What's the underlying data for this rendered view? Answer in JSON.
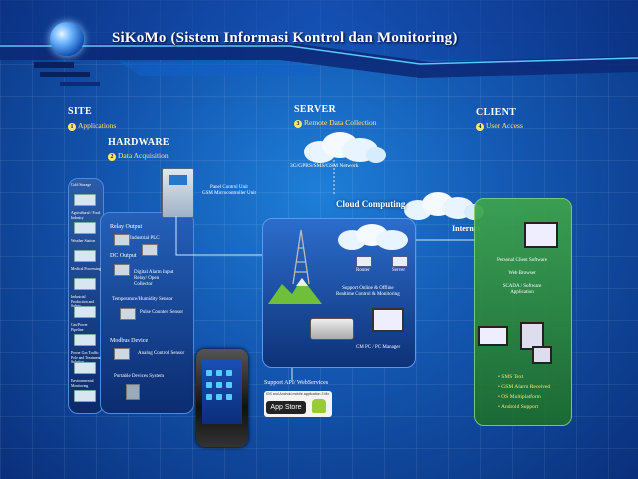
{
  "title": "SiKoMo (Sistem Informasi Kontrol dan Monitoring)",
  "sections": {
    "site": {
      "title": "SITE",
      "num": "1",
      "sub": "Applications"
    },
    "hardware": {
      "title": "HARDWARE",
      "num": "2",
      "sub": "Data Acquisition"
    },
    "server": {
      "title": "SERVER",
      "num": "3",
      "sub": "Remote Data Collection"
    },
    "client": {
      "title": "CLIENT",
      "num": "4",
      "sub": "User Access"
    }
  },
  "site_labels": [
    "Cold Storage",
    "Agricultural / Food Industry",
    "Weather Station",
    "Medical Processing",
    "Industrial Production and Safety",
    "Gas/Power Pipeline",
    "Power Gas Traffic Pole and Treatment Solution",
    "Environmental Monitoring"
  ],
  "hardware_labels": {
    "relay": "Relay Output",
    "dc": "DC Output",
    "plc": "Industrial PLC",
    "digital": "Digital Alarm Input Relay/ Open Collector",
    "temp": "Temperature/Humidity Sensor",
    "pulse": "Pulse Counter Sensor",
    "modbus": "Modbus Device",
    "analog": "Analog Control Sensor",
    "portable": "Portable Devices System"
  },
  "panel_label": "Panel Control Unit\nGSM Microcontroller Unit",
  "network_label": "3G/GPRS/SMS/GSM Network",
  "cloud_label": "Cloud Computing",
  "internet_label": "Internet",
  "server_labels": {
    "router": "Router",
    "server": "Server",
    "support": "Support Online & Offline\nRealtime Control & Monitoring",
    "cm": "CM PC / PC Manager"
  },
  "client_labels": {
    "line1": "Personal Client Software",
    "line2": "Web Browser",
    "line3": "SCADA / Software Application"
  },
  "client_list": [
    "SMS Text",
    "GSM Alarm Received",
    "OS Multiplatform",
    "Android Support"
  ],
  "support_label": "Support API/ WebServices",
  "appstore": {
    "tiny": "iOS and Android mobile application 3 Mo",
    "button": "App Store"
  }
}
